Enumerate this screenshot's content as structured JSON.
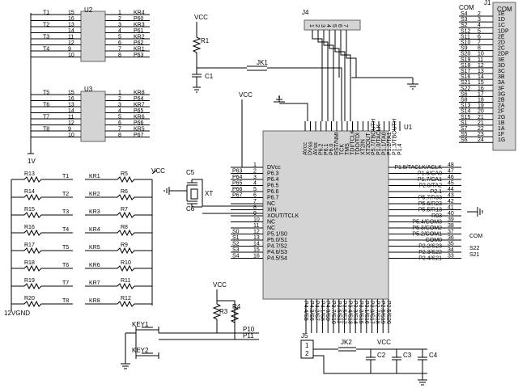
{
  "u2": {
    "ref": "U2",
    "left_nets": [
      "T1",
      "T2",
      "T3",
      "T4"
    ],
    "left_pins": [
      "15",
      "16",
      "13",
      "14",
      "11",
      "12",
      "9",
      "10"
    ],
    "right_pins": [
      "1",
      "2",
      "3",
      "4",
      "5",
      "6",
      "7",
      "8"
    ],
    "right_nets": [
      "KR4",
      "P60",
      "KR3",
      "P61",
      "KR2",
      "P62",
      "KR1",
      "P63"
    ]
  },
  "u3": {
    "ref": "U3",
    "left_nets": [
      "T5",
      "T6",
      "T7",
      "T8"
    ],
    "left_pins": [
      "15",
      "16",
      "13",
      "14",
      "11",
      "12",
      "9",
      "10"
    ],
    "right_pins": [
      "1",
      "2",
      "3",
      "4",
      "5",
      "6",
      "7",
      "8"
    ],
    "right_nets": [
      "KR8",
      "P64",
      "KR7",
      "P65",
      "KR6",
      "P66",
      "KR5",
      "P67"
    ]
  },
  "ground_label_1v": "1V",
  "ground_label_12v": "12VGND",
  "left_resistors": {
    "r_names": [
      "R13",
      "R14",
      "R15",
      "R16",
      "R17",
      "R18",
      "R19",
      "R20"
    ],
    "t_nets": [
      "T1",
      "T2",
      "T3",
      "T4",
      "T5",
      "T6",
      "T7",
      "T8"
    ],
    "kr_nets": [
      "KR1",
      "KR2",
      "KR3",
      "KR4",
      "KR5",
      "KR6",
      "KR7",
      "KR8"
    ],
    "r2_names": [
      "R5",
      "R6",
      "R7",
      "R8",
      "R9",
      "R10",
      "R11",
      "R12"
    ],
    "vcc": "VCC"
  },
  "power": {
    "vcc_top": "VCC",
    "r1": "R1",
    "c1": "C1",
    "jk1": "JK1"
  },
  "j4": {
    "ref": "J4",
    "pins": [
      "1",
      "2",
      "3",
      "4",
      "5",
      "6",
      "7"
    ]
  },
  "j1": {
    "ref": "J1",
    "header": "COM",
    "rows": [
      {
        "net": "S4",
        "pin": "2",
        "name": "1E"
      },
      {
        "net": "S3",
        "pin": "3",
        "name": "1D"
      },
      {
        "net": "S2",
        "pin": "4",
        "name": "1C"
      },
      {
        "net": "S12",
        "pin": "5",
        "name": "1DP"
      },
      {
        "net": "S11",
        "pin": "6",
        "name": "2E"
      },
      {
        "net": "S10",
        "pin": "7",
        "name": "2D"
      },
      {
        "net": "S9",
        "pin": "8",
        "name": "2C"
      },
      {
        "net": "S20",
        "pin": "10",
        "name": "2DP"
      },
      {
        "net": "S19",
        "pin": "11",
        "name": "3E"
      },
      {
        "net": "S18",
        "pin": "12",
        "name": "3D"
      },
      {
        "net": "S17",
        "pin": "13",
        "name": "3C"
      },
      {
        "net": "S16",
        "pin": "14",
        "name": "3B"
      },
      {
        "net": "S21",
        "pin": "15",
        "name": "3A"
      },
      {
        "net": "S22",
        "pin": "16",
        "name": "3F"
      },
      {
        "net": "S6",
        "pin": "17",
        "name": "3G"
      },
      {
        "net": "S8",
        "pin": "18",
        "name": "2B"
      },
      {
        "net": "S13",
        "pin": "19",
        "name": "2A"
      },
      {
        "net": "S14",
        "pin": "20",
        "name": "2F"
      },
      {
        "net": "S15",
        "pin": "21",
        "name": "2G"
      },
      {
        "net": "S1",
        "pin": "21",
        "name": "1B"
      },
      {
        "net": "S7",
        "pin": "22",
        "name": "1A"
      },
      {
        "net": "S5",
        "pin": "23",
        "name": "1F"
      },
      {
        "net": "S6",
        "pin": "24",
        "name": "1G"
      }
    ]
  },
  "u1": {
    "ref": "U1",
    "vcc": "VCC",
    "top_pins": [
      "AVcc",
      "DVss",
      "AVss",
      "P6.2",
      "P6.1",
      "P6.0",
      "RST/NMI",
      "TCK",
      "TMS",
      "TDI/TCLK",
      "TDO/TDI",
      "XT2IN",
      "XT2OUT",
      "P5.7/TBOUTH",
      "P1.0/TACLK",
      "P1.1/TA0",
      "P1.2/TA1",
      "P1.3/TBOUTH",
      "P1.4"
    ],
    "left_pin_nums": [
      "1",
      "2",
      "3",
      "4",
      "5",
      "6",
      "7",
      "8",
      "9",
      "10",
      "11",
      "12",
      "13",
      "14",
      "15",
      "16"
    ],
    "left_pin_names": [
      "DVcc",
      "P6.3",
      "P6.4",
      "P6.5",
      "P6.6",
      "P6.7",
      "NC",
      "XIN",
      "XOUT/TCLK",
      "NC",
      "NC",
      "P5.1/S0",
      "P5.0/S1",
      "P4.7/S2",
      "P4.6/S3",
      "P4.5/S4"
    ],
    "left_nets": [
      "P63",
      "P64",
      "P65",
      "P66",
      "P67",
      "S0",
      "S1",
      "S2",
      "S3",
      "S4"
    ],
    "right_pin_nums": [
      "48",
      "47",
      "46",
      "45",
      "44",
      "43",
      "42",
      "41",
      "40",
      "39",
      "38",
      "37",
      "36",
      "35",
      "34",
      "33"
    ],
    "right_pin_names": [
      "P1.5/TACLK/ACLK",
      "P1.6/CA0",
      "P1.7/CA1",
      "P2.0/TA2",
      "P2.1",
      "P5.7/R33",
      "P5.6/R23",
      "P5.5/R13",
      "R03",
      "P5.4/COM3",
      "P5.3/COM2",
      "P5.2/COM1",
      "COM0",
      "P2.2/S23",
      "P2.3/S22",
      "P2.4/S21"
    ],
    "right_nets": [
      "COM",
      "S22",
      "S21"
    ],
    "bottom_pins": [
      "P4.4/S5",
      "P4.3/S6",
      "P4.2/S7",
      "P4.1/S8",
      "P4.0/S9",
      "P3.7/S10",
      "P3.6/S11",
      "P3.5/S12",
      "P3.4/S13",
      "P3.3/S14",
      "P3.2/S15",
      "P3.1/S16",
      "P3.0/S17",
      "P2.7/S18",
      "P2.6/S19",
      "P2.5/S20"
    ]
  },
  "crystal": {
    "c5": "C5",
    "c6": "C6",
    "xt": "XT"
  },
  "keys": {
    "vcc": "VCC",
    "r3": "R3",
    "r4": "R4",
    "key1": "KEY1",
    "key2": "KEY2",
    "p10": "P10",
    "p11": "P11"
  },
  "j5": {
    "ref": "J5",
    "pins": [
      "1",
      "2"
    ],
    "jk2": "JK2",
    "vcc": "VCC",
    "c2": "C2",
    "c3": "C3",
    "c4": "C4"
  }
}
